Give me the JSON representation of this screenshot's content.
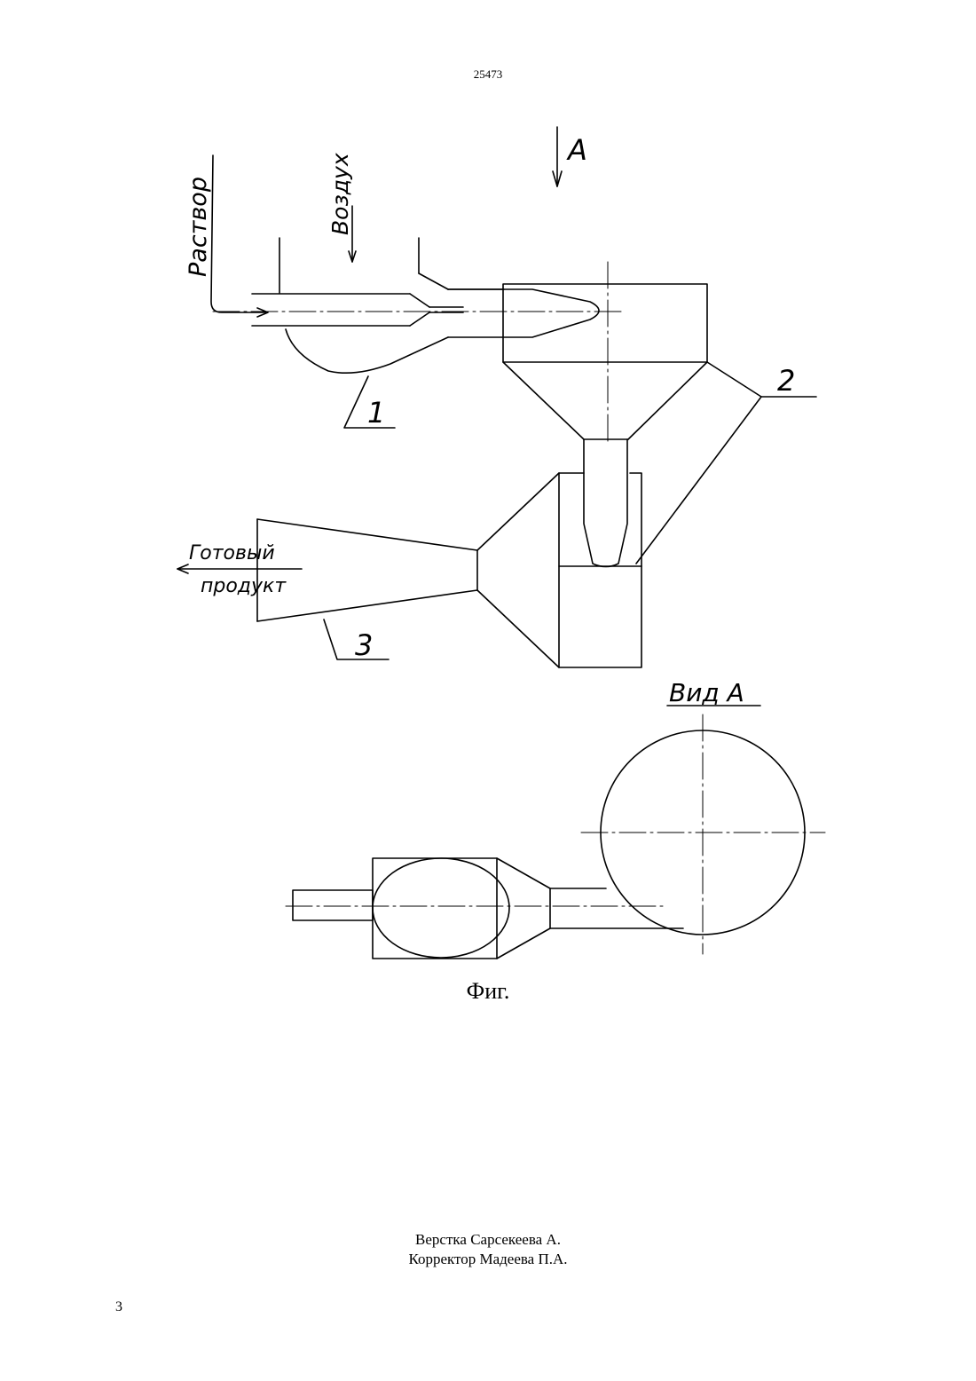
{
  "header": {
    "doc_number": "25473"
  },
  "diagram": {
    "labels": {
      "solution": "Раствор",
      "air": "Воздух",
      "arrow_a": "А",
      "part_1": "1",
      "part_2": "2",
      "part_3": "3",
      "product_line1": "Готовый",
      "product_line2": "продукт",
      "view_a": "Вид А"
    }
  },
  "caption": {
    "figure": "Фиг."
  },
  "footer": {
    "layout_credit": "Верстка Сарсекеева А.",
    "corrector_credit": "Корректор Мадеева П.А.",
    "page_number": "3"
  }
}
